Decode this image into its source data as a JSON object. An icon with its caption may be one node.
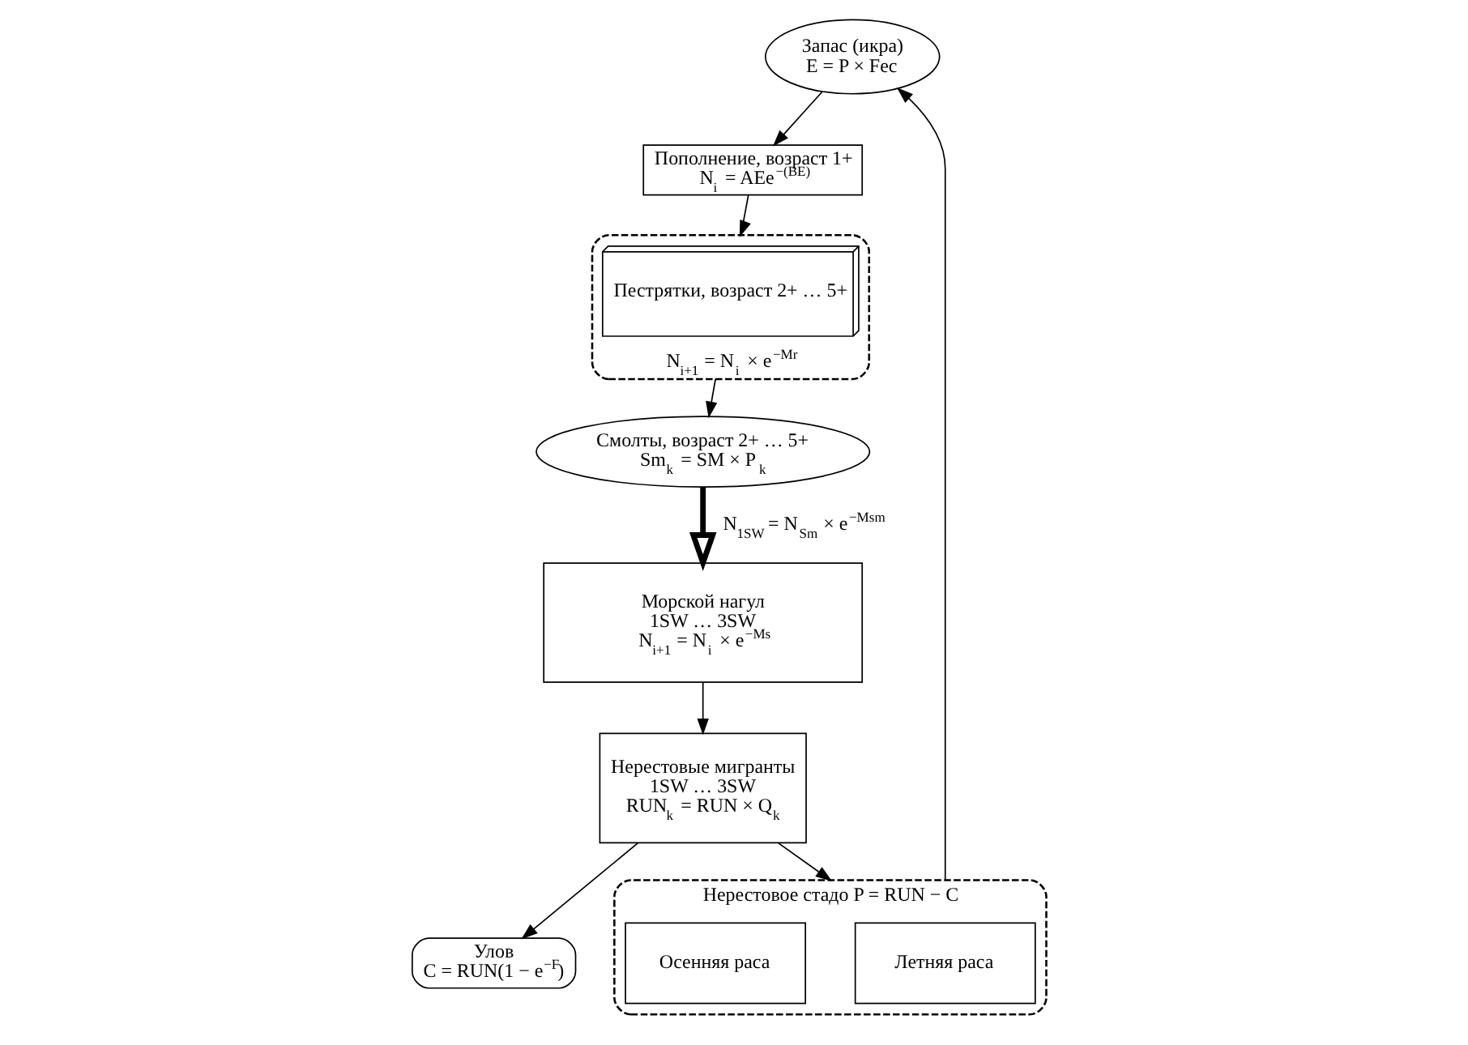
{
  "diagram": {
    "nodes": [
      {
        "text": [
          "Запас (икра)",
          "E = P × Fec"
        ]
      },
      {
        "text": [
          "Пополнение, возраст 1+",
          "N$_{i}$ = AEe$^{−(BE)}$"
        ]
      },
      {
        "text": [
          "N$_{i+1}$ = N$_{i}$ × e$^{−Mr}$"
        ]
      },
      {
        "text": [
          "Пестрятки, возраст 2+ … 5+"
        ],
        "in": 2
      },
      {
        "text": [
          "Смолты, возраст 2+ … 5+",
          "Sm$_{k}$ = SM × P$_{k}$"
        ]
      },
      {
        "text": [
          "Морской нагул",
          "1SW … 3SW",
          "N$_{i+1}$ = N$_{i}$ × e$^{−Ms}$"
        ]
      },
      {
        "text": [
          "Нерестовые мигранты",
          "1SW … 3SW",
          "RUN$_{k}$ = RUN × Q$_{k}$"
        ]
      },
      {
        "text": [
          "Улов",
          "C = RUN(1 − e$^{−F}$)"
        ]
      },
      {
        "text": [
          "Нерестовое стадо P = RUN − C"
        ]
      },
      {
        "text": [
          "Летняя раса"
        ],
        "in": 8
      },
      {
        "text": [
          "Осенняя раса"
        ],
        "in": 8
      }
    ],
    "edges": [
      {
        "from": 0,
        "to": 1,
        "arrow": "to"
      },
      {
        "from": 1,
        "to": 2,
        "arrow": "to"
      },
      {
        "from": 2,
        "to": 4,
        "arrow": "to"
      },
      {
        "from": 4,
        "to": 5,
        "arrow": "to",
        "label": "N$_{1SW}$ = N$_{Sm}$ × e$^{−Msm}$",
        "style": "thick"
      },
      {
        "from": 5,
        "to": 6,
        "arrow": "to"
      },
      {
        "from": 6,
        "to": 7,
        "arrow": "to"
      },
      {
        "from": 6,
        "to": 8,
        "arrow": "to"
      },
      {
        "from": 8,
        "to": 0,
        "arrow": "to"
      }
    ]
  }
}
